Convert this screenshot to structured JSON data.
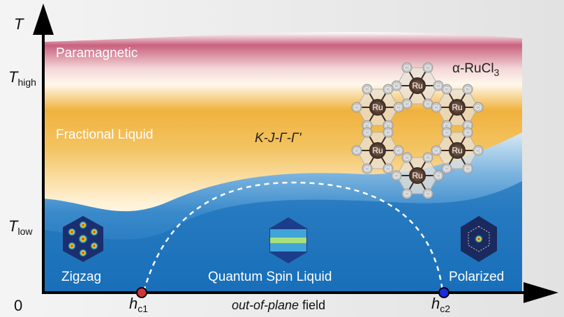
{
  "axes": {
    "y_label": "T",
    "y_ticks": [
      {
        "main": "T",
        "sub": "high"
      },
      {
        "main": "T",
        "sub": "low"
      }
    ],
    "origin": "0",
    "x_label_italic": "out-of-plane",
    "x_label_rest": " field",
    "x_marks": [
      {
        "main": "h",
        "sub": "c1",
        "color": "#d0343a"
      },
      {
        "main": "h",
        "sub": "c2",
        "color": "#1a2be0"
      }
    ]
  },
  "regions": {
    "paramagnetic": "Paramagnetic",
    "fractional_liquid": "Fractional Liquid",
    "model": "K-J-Γ-Γ'",
    "zigzag": "Zigzag",
    "qsl": "Quantum Spin Liquid",
    "polarized": "Polarized"
  },
  "material": {
    "name": "α-RuCl",
    "sub": "3",
    "atom_ru": "Ru",
    "atom_cl": "Cl"
  },
  "colors": {
    "paramagnetic": "#c9617e",
    "liquid": "#eeaa2a",
    "low_t": "#1a6fb8"
  }
}
